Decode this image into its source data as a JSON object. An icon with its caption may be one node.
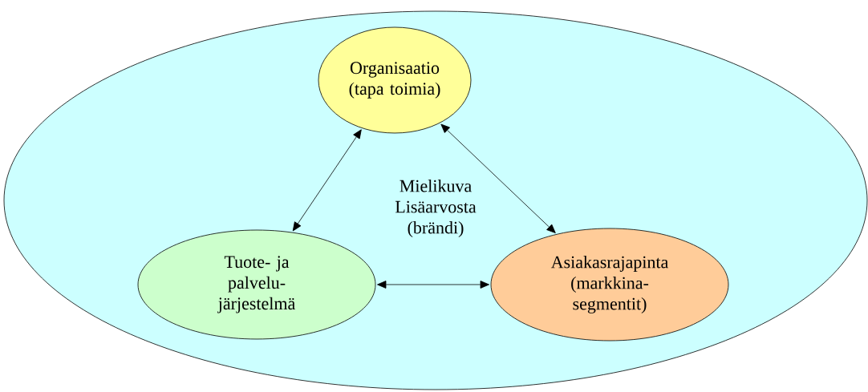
{
  "diagram": {
    "nodes": [
      {
        "text": [
          "Mielikuva Lisäarvosta (brändi)"
        ]
      },
      {
        "text": [
          "Organisaatio (tapa toimia)"
        ],
        "in": 0
      },
      {
        "text": [
          "Tuote- ja palvelu- järjestelmä"
        ],
        "in": 0
      },
      {
        "text": [
          "Asiakasrajapinta (markkina- segmentit)"
        ],
        "in": 0
      }
    ],
    "edges": [
      {
        "from": 1,
        "to": 2,
        "arrow": "both"
      },
      {
        "from": 1,
        "to": 3,
        "arrow": "both"
      },
      {
        "from": 2,
        "to": 3,
        "arrow": "both"
      }
    ]
  }
}
